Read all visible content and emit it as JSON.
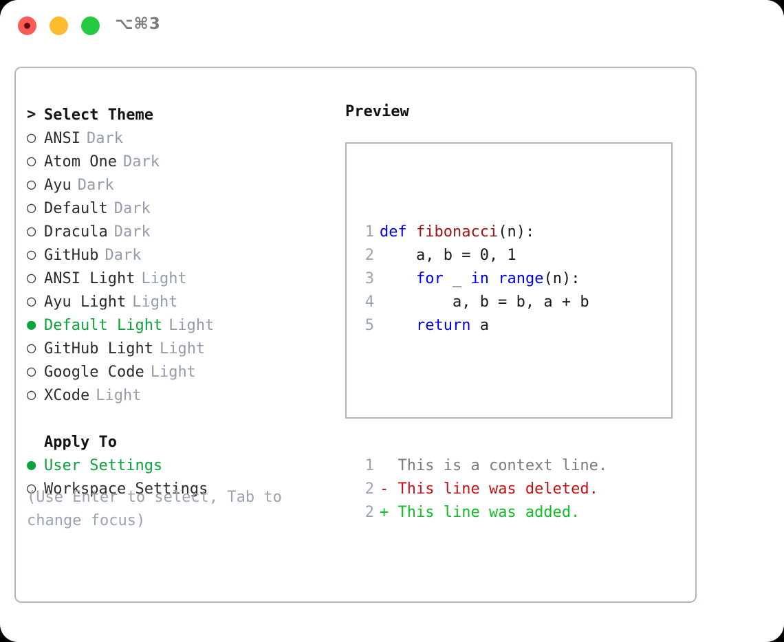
{
  "window": {
    "title_shortcut": "⌥⌘3",
    "traffic_lights": [
      {
        "name": "close",
        "color": "#fa5b57"
      },
      {
        "name": "minimize",
        "color": "#fdbc2d"
      },
      {
        "name": "maximize",
        "color": "#26ca40"
      }
    ]
  },
  "colors": {
    "accent_green": "#0aa33c",
    "muted_gray": "#929cab",
    "border": "#aeb7c4",
    "keyword_blue": "#0000f0",
    "function_red": "#a11212",
    "diff_delete": "#c41111",
    "diff_add": "#0fbd25"
  },
  "theme_picker": {
    "header_marker": ">",
    "header": "Select Theme",
    "bullet_unselected": "○",
    "bullet_selected": "●",
    "items": [
      {
        "name": "ANSI",
        "tag": "Dark",
        "selected": false
      },
      {
        "name": "Atom One",
        "tag": "Dark",
        "selected": false
      },
      {
        "name": "Ayu",
        "tag": "Dark",
        "selected": false
      },
      {
        "name": "Default",
        "tag": "Dark",
        "selected": false
      },
      {
        "name": "Dracula",
        "tag": "Dark",
        "selected": false
      },
      {
        "name": "GitHub",
        "tag": "Dark",
        "selected": false
      },
      {
        "name": "ANSI Light",
        "tag": "Light",
        "selected": false
      },
      {
        "name": "Ayu Light",
        "tag": "Light",
        "selected": false
      },
      {
        "name": "Default Light",
        "tag": "Light",
        "selected": true
      },
      {
        "name": "GitHub Light",
        "tag": "Light",
        "selected": false
      },
      {
        "name": "Google Code",
        "tag": "Light",
        "selected": false
      },
      {
        "name": "XCode",
        "tag": "Light",
        "selected": false
      }
    ]
  },
  "apply_to": {
    "header": "Apply To",
    "options": [
      {
        "label": "User Settings",
        "selected": true
      },
      {
        "label": "Workspace Settings",
        "selected": false
      }
    ]
  },
  "hint": "(Use Enter to select, Tab to change focus)",
  "preview": {
    "title": "Preview",
    "code_lines": [
      {
        "num": "1",
        "tokens": [
          {
            "t": "def ",
            "c": "kw"
          },
          {
            "t": "fibonacci",
            "c": "fn"
          },
          {
            "t": "(n):",
            "c": "plain"
          }
        ]
      },
      {
        "num": "2",
        "tokens": [
          {
            "t": "    a, b = 0, 1",
            "c": "plain"
          }
        ]
      },
      {
        "num": "3",
        "tokens": [
          {
            "t": "    ",
            "c": "plain"
          },
          {
            "t": "for",
            "c": "kw"
          },
          {
            "t": " _ ",
            "c": "plain"
          },
          {
            "t": "in",
            "c": "kw"
          },
          {
            "t": " ",
            "c": "plain"
          },
          {
            "t": "range",
            "c": "kw"
          },
          {
            "t": "(n):",
            "c": "plain"
          }
        ]
      },
      {
        "num": "4",
        "tokens": [
          {
            "t": "        a, b = b, a + b",
            "c": "plain"
          }
        ]
      },
      {
        "num": "5",
        "tokens": [
          {
            "t": "    ",
            "c": "plain"
          },
          {
            "t": "return",
            "c": "kw"
          },
          {
            "t": " a",
            "c": "plain"
          }
        ]
      }
    ],
    "diff_lines": [
      {
        "num": "1",
        "marker": " ",
        "text": " This is a context line.",
        "kind": "ctx"
      },
      {
        "num": "2",
        "marker": "-",
        "text": " This line was deleted.",
        "kind": "del"
      },
      {
        "num": "2",
        "marker": "+",
        "text": " This line was added.",
        "kind": "add"
      }
    ]
  }
}
